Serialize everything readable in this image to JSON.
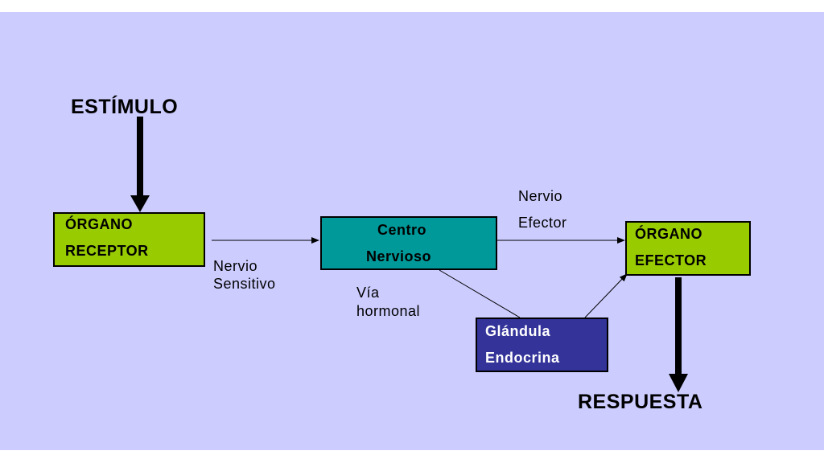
{
  "colors": {
    "background": "#ccccff",
    "receptor_fill": "#99cc00",
    "center_fill": "#009999",
    "gland_fill": "#333399",
    "gland_text": "#ffffff"
  },
  "diagram": {
    "stimulus": "ESTÍMULO",
    "response": "RESPUESTA",
    "receptor": {
      "line1": "ÓRGANO",
      "line2": "RECEPTOR"
    },
    "center": {
      "line1": "Centro",
      "line2": "Nervioso"
    },
    "effector": {
      "line1": "ÓRGANO",
      "line2": "EFECTOR"
    },
    "gland": {
      "line1": "Glándula",
      "line2": "Endocrina"
    },
    "sensory_nerve": {
      "line1": "Nervio",
      "line2": "Sensitivo"
    },
    "effector_nerve": {
      "line1": "Nervio",
      "line2": "Efector"
    },
    "hormonal_route": {
      "line1": "Vía",
      "line2": "hormonal"
    }
  }
}
